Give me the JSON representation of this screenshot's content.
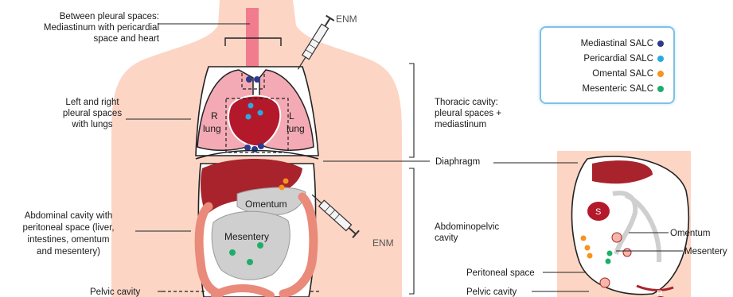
{
  "labels": {
    "between_pleural_1": "Between pleural spaces:",
    "between_pleural_2": "Mediastinum with pericardial",
    "between_pleural_3": "space and heart",
    "lr_pleural_1": "Left and right",
    "lr_pleural_2": "pleural spaces",
    "lr_pleural_3": "with lungs",
    "abd_1": "Abdominal cavity with",
    "abd_2": "peritoneal space (liver,",
    "abd_3": "intestines, omentum",
    "abd_4": "and mesentery)",
    "pelvic_left": "Pelvic cavity",
    "enm_top": "ENM",
    "enm_bottom": "ENM",
    "thoracic_1": "Thoracic cavity:",
    "thoracic_2": "pleural spaces +",
    "thoracic_3": "mediastinum",
    "diaphragm": "Diaphragm",
    "abdominopelvic_1": "Abdominopelvic",
    "abdominopelvic_2": "cavity",
    "omentum_right": "Omentum",
    "mesentery_right": "Mesentery",
    "peritoneal_space": "Peritoneal space",
    "pelvic_right": "Pelvic cavity"
  },
  "organs": {
    "r_lung_1": "R",
    "r_lung_2": "lung",
    "l_lung_1": "L",
    "l_lung_2": "lung",
    "omentum": "Omentum",
    "mesentery": "Mesentery",
    "stomach": "S",
    "rectum": "R"
  },
  "legend": [
    {
      "label": "Mediastinal SALC",
      "color": "#2e3a8c"
    },
    {
      "label": "Pericardial SALC",
      "color": "#29abe2"
    },
    {
      "label": "Omental SALC",
      "color": "#f7931e"
    },
    {
      "label": "Mesenteric SALC",
      "color": "#1fae6a"
    }
  ],
  "colors": {
    "skin": "#fcd5c5",
    "lung": "#f3aab4",
    "heart": "#b3192b",
    "liver": "#a8232b",
    "intestine": "#e98a7a",
    "membrane": "#cfcfcf"
  }
}
